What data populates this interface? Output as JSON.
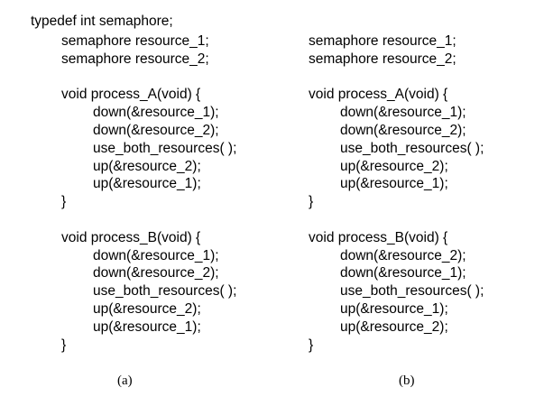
{
  "typedef_line": "typedef int semaphore;",
  "panel_a": {
    "decl1": "semaphore resource_1;",
    "decl2": "semaphore resource_2;",
    "procA": {
      "header": "void process_A(void) {",
      "body": [
        "down(&resource_1);",
        "down(&resource_2);",
        "use_both_resources( );",
        "up(&resource_2);",
        "up(&resource_1);"
      ],
      "close": "}"
    },
    "procB": {
      "header": "void process_B(void) {",
      "body": [
        "down(&resource_1);",
        "down(&resource_2);",
        "use_both_resources( );",
        "up(&resource_2);",
        "up(&resource_1);"
      ],
      "close": "}"
    },
    "caption": "(a)"
  },
  "panel_b": {
    "decl1": "semaphore resource_1;",
    "decl2": "semaphore resource_2;",
    "procA": {
      "header": "void process_A(void) {",
      "body": [
        "down(&resource_1);",
        "down(&resource_2);",
        "use_both_resources( );",
        "up(&resource_2);",
        "up(&resource_1);"
      ],
      "close": "}"
    },
    "procB": {
      "header": "void process_B(void) {",
      "body": [
        "down(&resource_2);",
        "down(&resource_1);",
        "use_both_resources( );",
        "up(&resource_1);",
        "up(&resource_2);"
      ],
      "close": "}"
    },
    "caption": "(b)"
  }
}
